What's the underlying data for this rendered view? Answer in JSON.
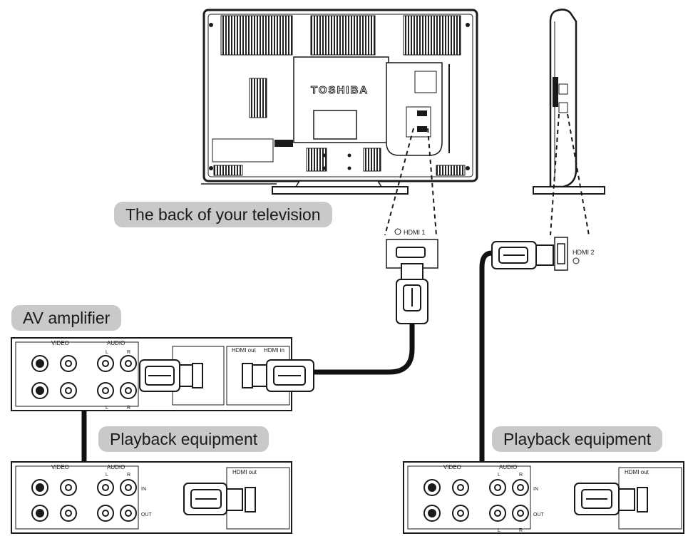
{
  "brand": "TOSHIBA",
  "labels": {
    "tv_back": "The back of your television",
    "av_amplifier": "AV amplifier",
    "playback_left": "Playback equipment",
    "playback_right": "Playback equipment"
  },
  "ports": {
    "hdmi1": "HDMI 1",
    "hdmi2": "HDMI 2",
    "hdmi_out": "HDMI out",
    "hdmi_in": "HDMI in"
  },
  "jack_labels": {
    "video": "VIDEO",
    "audio": "AUDIO",
    "left": "L",
    "right": "R",
    "in": "IN",
    "out": "OUT"
  },
  "colors": {
    "line": "#1a1a1a",
    "label_bg": "#c9c9c9",
    "cable": "#111111"
  }
}
